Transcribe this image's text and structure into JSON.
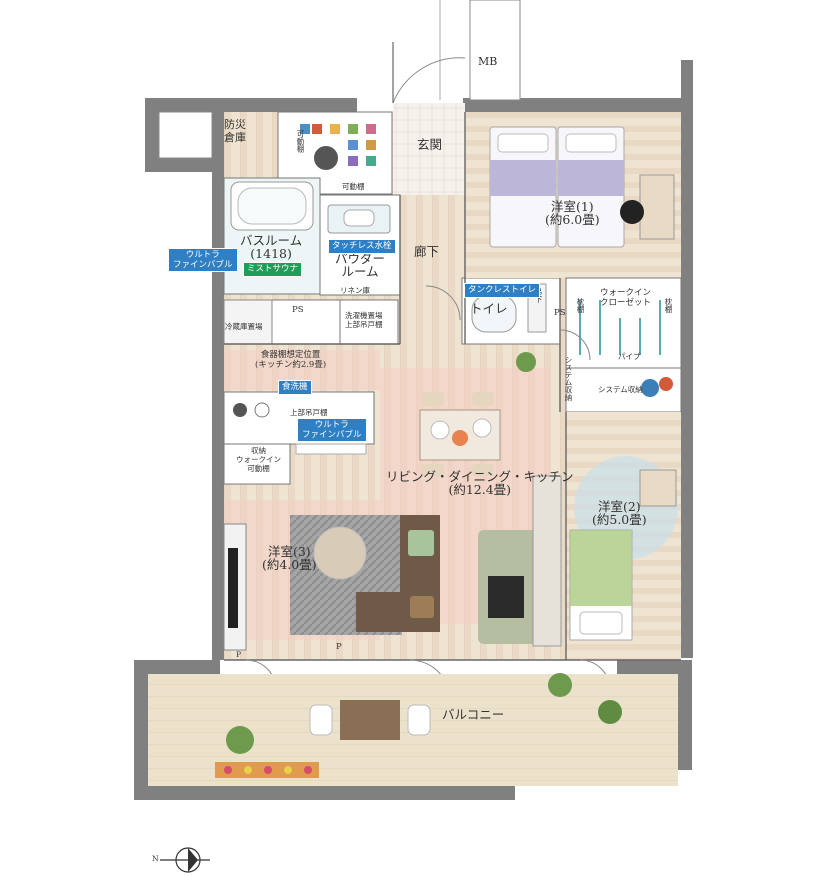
{
  "plan": {
    "rooms": {
      "storage_bousai": {
        "line1": "防災",
        "line2": "倉庫"
      },
      "entrance": "玄関",
      "corridor": "廊下",
      "mb": "MB",
      "western1": {
        "name": "洋室(1)",
        "size": "(約6.0畳)"
      },
      "western2": {
        "name": "洋室(2)",
        "size": "(約5.0畳)"
      },
      "western3": {
        "name": "洋室(3)",
        "size": "(約4.0畳)"
      },
      "bathroom": {
        "name": "バスルーム",
        "size": "(1418)"
      },
      "powder": {
        "line1": "パウダー",
        "line2": "ルーム"
      },
      "toilet": "トイレ",
      "ldk": {
        "name": "リビング・ダイニング・キッチン",
        "size": "(約12.4畳)"
      },
      "kitchen": {
        "name": "食器棚想定位置",
        "size": "(キッチン約2.9畳)"
      },
      "walkin_closet": {
        "line1": "ウォークイン",
        "line2": "クローゼット"
      },
      "balcony": "バルコニー"
    },
    "fixtures": {
      "shoe_storage": "可動棚",
      "movable_shelf": "可動棚",
      "linen": "リネン庫",
      "fridge": "冷蔵庫置場",
      "washer": {
        "line1": "洗濯機置場",
        "line2": "上部吊戸棚"
      },
      "upper_cabinet": "上部吊戸棚",
      "pantry": {
        "line1": "収納",
        "line2": "ウォークイン",
        "line3": "可動棚"
      },
      "system_storage": "システム収納",
      "system_storage2": "システム収納",
      "ps": "PS",
      "ps2": "PS",
      "p": "P",
      "p2": "P",
      "pipe": "パイプ",
      "shelf": "枕棚",
      "shelf2": "枕棚",
      "hanger": "吊下"
    },
    "tags": {
      "ultra_fine_bubble_bath": {
        "line1": "ウルトラ",
        "line2": "ファインバブル"
      },
      "mist_sauna": "ミストサウナ",
      "touchless_faucet": "タッチレス水栓",
      "tankless_toilet": "タンクレストイレ",
      "dishwasher": "食洗機",
      "ultra_fine_bubble_kitchen": {
        "line1": "ウルトラ",
        "line2": "ファインバブル"
      }
    },
    "compass": "N",
    "colors": {
      "wall": "#7a7a7a",
      "floor_wood": "#efe3d2",
      "ldk_highlight": "#f2c7bd",
      "tile": "#f4efe8",
      "tag_blue": "#2f7fc4",
      "tag_green": "#1f9e5a",
      "rug_grey": "#9a9a9a",
      "sofa": "#6f5a48",
      "balcony_deck": "#e9dfc8"
    }
  }
}
